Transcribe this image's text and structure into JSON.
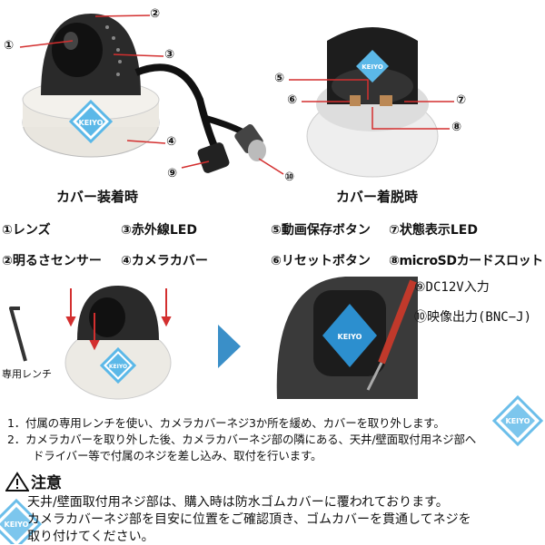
{
  "callouts": {
    "c1": "①",
    "c2": "②",
    "c3": "③",
    "c4": "④",
    "c5": "⑤",
    "c6": "⑥",
    "c7": "⑦",
    "c8": "⑧",
    "c9": "⑨",
    "c10": "⑩"
  },
  "logo_text": "KEIYO",
  "titles": {
    "cover_on": "カバー装着時",
    "cover_off": "カバー着脱時"
  },
  "parts": [
    "①レンズ",
    "③赤外線LED",
    "②明るさセンサー",
    "④カメラカバー",
    "⑤動画保存ボタン",
    "⑦状態表示LED",
    "⑥リセットボタン",
    "⑧microSDカードスロット",
    "⑨DC12V入力",
    "⑩映像出力(BNC−J)"
  ],
  "wrench_label": "専用レンチ",
  "steps": [
    "1．付属の専用レンチを使い、カメラカバーネジ3か所を緩め、カバーを取り外します。",
    "2．カメラカバーを取り外した後、カメラカバーネジ部の隣にある、天井/壁面取付用ネジ部へ",
    "ドライバー等で付属のネジを差し込み、取付を行います。"
  ],
  "caution": {
    "icon": "warning-triangle-icon",
    "title": "注意",
    "lines": [
      "天井/壁面取付用ネジ部は、購入時は防水ゴムカバーに覆われております。",
      "カメラカバーネジ部を目安に位置をご確認頂き、ゴムカバーを貫通してネジを",
      "取り付けてください。"
    ]
  },
  "colors": {
    "callout_line": "#d32f2f",
    "logo": "#5bb8e8",
    "arrow": "#3a8fc8"
  }
}
